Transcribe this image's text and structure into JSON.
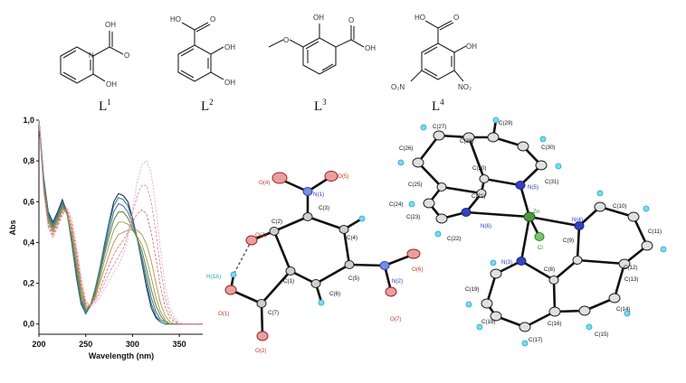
{
  "ligands": [
    {
      "id": "l1",
      "label": "L",
      "sup": "1",
      "groups": {
        "n": "N",
        "oh_top": "OH",
        "o": "O",
        "oh_bottom": "OH"
      }
    },
    {
      "id": "l2",
      "label": "L",
      "sup": "2",
      "groups": {
        "ho": "HO",
        "o": "O",
        "oh1": "OH",
        "oh2": "OH"
      }
    },
    {
      "id": "l3",
      "label": "L",
      "sup": "3",
      "groups": {
        "oh": "OH",
        "o_ring": "O",
        "o": "O",
        "oh_acid": "OH"
      }
    },
    {
      "id": "l4",
      "label": "L",
      "sup": "4",
      "groups": {
        "ho": "HO",
        "o": "O",
        "oh": "OH",
        "no2_left": "O₂N",
        "no2_right": "NO₂"
      }
    }
  ],
  "spectrum": {
    "xlabel": "Wavelength (nm)",
    "ylabel": "Abs",
    "x_ticks": [
      "200",
      "250",
      "300",
      "350"
    ],
    "y_ticks": [
      "0,0",
      "0,2",
      "0,4",
      "0,6",
      "0,8",
      "1,0"
    ]
  },
  "chart_data": {
    "type": "line",
    "xlabel": "Wavelength (nm)",
    "ylabel": "Abs",
    "xlim": [
      200,
      375
    ],
    "ylim": [
      -0.05,
      1.0
    ],
    "x": [
      200,
      205,
      210,
      215,
      220,
      225,
      230,
      235,
      240,
      245,
      250,
      255,
      260,
      265,
      270,
      275,
      280,
      285,
      290,
      295,
      300,
      305,
      310,
      315,
      320,
      325,
      330,
      335,
      340,
      345,
      350,
      355,
      360,
      365,
      370,
      375
    ],
    "series": [
      {
        "color": "#1f2a6b",
        "values": [
          1.0,
          0.72,
          0.55,
          0.5,
          0.55,
          0.61,
          0.55,
          0.4,
          0.23,
          0.1,
          0.05,
          0.09,
          0.17,
          0.27,
          0.39,
          0.5,
          0.6,
          0.64,
          0.63,
          0.6,
          0.52,
          0.42,
          0.3,
          0.18,
          0.08,
          0.03,
          0.01,
          0.0,
          0.0,
          0.0,
          0.0,
          0.0,
          0.0,
          0.0,
          0.0,
          0.0
        ]
      },
      {
        "color": "#2a8a6e",
        "values": [
          1.0,
          0.71,
          0.54,
          0.49,
          0.54,
          0.6,
          0.55,
          0.41,
          0.24,
          0.11,
          0.05,
          0.09,
          0.17,
          0.27,
          0.38,
          0.49,
          0.58,
          0.62,
          0.61,
          0.58,
          0.51,
          0.42,
          0.31,
          0.2,
          0.1,
          0.04,
          0.01,
          0.0,
          0.0,
          0.0,
          0.0,
          0.0,
          0.0,
          0.0,
          0.0,
          0.0
        ]
      },
      {
        "color": "#4f6fb0",
        "values": [
          1.0,
          0.7,
          0.53,
          0.48,
          0.53,
          0.59,
          0.54,
          0.42,
          0.26,
          0.12,
          0.06,
          0.09,
          0.16,
          0.26,
          0.36,
          0.46,
          0.55,
          0.59,
          0.58,
          0.55,
          0.49,
          0.42,
          0.33,
          0.23,
          0.13,
          0.06,
          0.02,
          0.01,
          0.0,
          0.0,
          0.0,
          0.0,
          0.0,
          0.0,
          0.0,
          0.0
        ]
      },
      {
        "color": "#6b8e3a",
        "values": [
          1.0,
          0.69,
          0.52,
          0.47,
          0.52,
          0.58,
          0.54,
          0.43,
          0.28,
          0.14,
          0.07,
          0.09,
          0.15,
          0.24,
          0.34,
          0.43,
          0.51,
          0.55,
          0.55,
          0.52,
          0.47,
          0.42,
          0.36,
          0.27,
          0.17,
          0.09,
          0.04,
          0.01,
          0.0,
          0.0,
          0.0,
          0.0,
          0.0,
          0.0,
          0.0,
          0.0
        ]
      },
      {
        "color": "#8c8c3a",
        "values": [
          1.0,
          0.68,
          0.51,
          0.46,
          0.51,
          0.57,
          0.54,
          0.44,
          0.3,
          0.16,
          0.08,
          0.09,
          0.14,
          0.22,
          0.31,
          0.39,
          0.46,
          0.5,
          0.5,
          0.49,
          0.46,
          0.43,
          0.39,
          0.32,
          0.23,
          0.13,
          0.06,
          0.02,
          0.0,
          0.0,
          0.0,
          0.0,
          0.0,
          0.0,
          0.0,
          0.0
        ]
      },
      {
        "color": "#b0803a",
        "values": [
          1.0,
          0.67,
          0.5,
          0.45,
          0.5,
          0.56,
          0.55,
          0.46,
          0.33,
          0.18,
          0.09,
          0.09,
          0.13,
          0.2,
          0.27,
          0.34,
          0.4,
          0.44,
          0.45,
          0.46,
          0.46,
          0.46,
          0.44,
          0.39,
          0.31,
          0.2,
          0.1,
          0.04,
          0.01,
          0.0,
          0.0,
          0.0,
          0.0,
          0.0,
          0.0,
          0.0
        ]
      },
      {
        "color": "#c46a6a",
        "values": [
          1.0,
          0.66,
          0.49,
          0.44,
          0.49,
          0.55,
          0.56,
          0.48,
          0.35,
          0.2,
          0.1,
          0.09,
          0.12,
          0.17,
          0.23,
          0.29,
          0.34,
          0.38,
          0.41,
          0.45,
          0.5,
          0.54,
          0.56,
          0.54,
          0.45,
          0.32,
          0.18,
          0.08,
          0.03,
          0.01,
          0.0,
          0.0,
          0.0,
          0.0,
          0.0,
          0.0
        ]
      },
      {
        "color": "#d4839a",
        "values": [
          1.0,
          0.65,
          0.48,
          0.43,
          0.48,
          0.54,
          0.57,
          0.5,
          0.37,
          0.22,
          0.11,
          0.09,
          0.11,
          0.15,
          0.2,
          0.25,
          0.29,
          0.33,
          0.37,
          0.44,
          0.54,
          0.63,
          0.68,
          0.68,
          0.6,
          0.45,
          0.27,
          0.13,
          0.05,
          0.02,
          0.0,
          0.0,
          0.0,
          0.0,
          0.0,
          0.0
        ]
      },
      {
        "color": "#e3a3c8",
        "values": [
          1.0,
          0.64,
          0.47,
          0.42,
          0.47,
          0.53,
          0.57,
          0.52,
          0.39,
          0.24,
          0.12,
          0.08,
          0.1,
          0.13,
          0.17,
          0.21,
          0.25,
          0.29,
          0.34,
          0.42,
          0.56,
          0.7,
          0.78,
          0.8,
          0.74,
          0.57,
          0.36,
          0.18,
          0.08,
          0.03,
          0.01,
          0.0,
          0.0,
          0.0,
          0.0,
          0.0
        ]
      }
    ]
  },
  "nitro_structure": {
    "atoms": {
      "o4": "O(4)",
      "o5": "O(5)",
      "n1": "N(1)",
      "o3": "O(3)",
      "c2": "C(2)",
      "c3": "C(3)",
      "c4": "C(4)",
      "h1a": "H(1A)",
      "c1": "C(1)",
      "c6": "C(6)",
      "c5": "C(5)",
      "n2": "N(2)",
      "o6": "O(6)",
      "o1": "O(1)",
      "c7": "C(7)",
      "o7": "O(7)",
      "o2": "O(2)"
    }
  },
  "zinc_complex": {
    "atoms": {
      "c29": "C(29)",
      "c27": "C(27)",
      "c28": "C(28)",
      "c30": "C(30)",
      "c26": "C(26)",
      "c20": "C(20)",
      "c31": "C(31)",
      "n5": "N(5)",
      "c25": "C(25)",
      "c21": "C(21)",
      "c24": "C(24)",
      "zn": "Zn",
      "c10": "C(10)",
      "n4": "N(4)",
      "c23": "C(23)",
      "n6": "N(6)",
      "c22": "C(22)",
      "cl": "Cl",
      "c9": "C(9)",
      "c11": "C(11)",
      "n3": "N(3)",
      "c8": "C(8)",
      "c12": "C(12)",
      "c13": "C(13)",
      "c19": "C(19)",
      "c16": "C(16)",
      "c18": "C(18)",
      "c14": "C(14)",
      "c17": "C(17)",
      "c15": "C(15)"
    }
  }
}
